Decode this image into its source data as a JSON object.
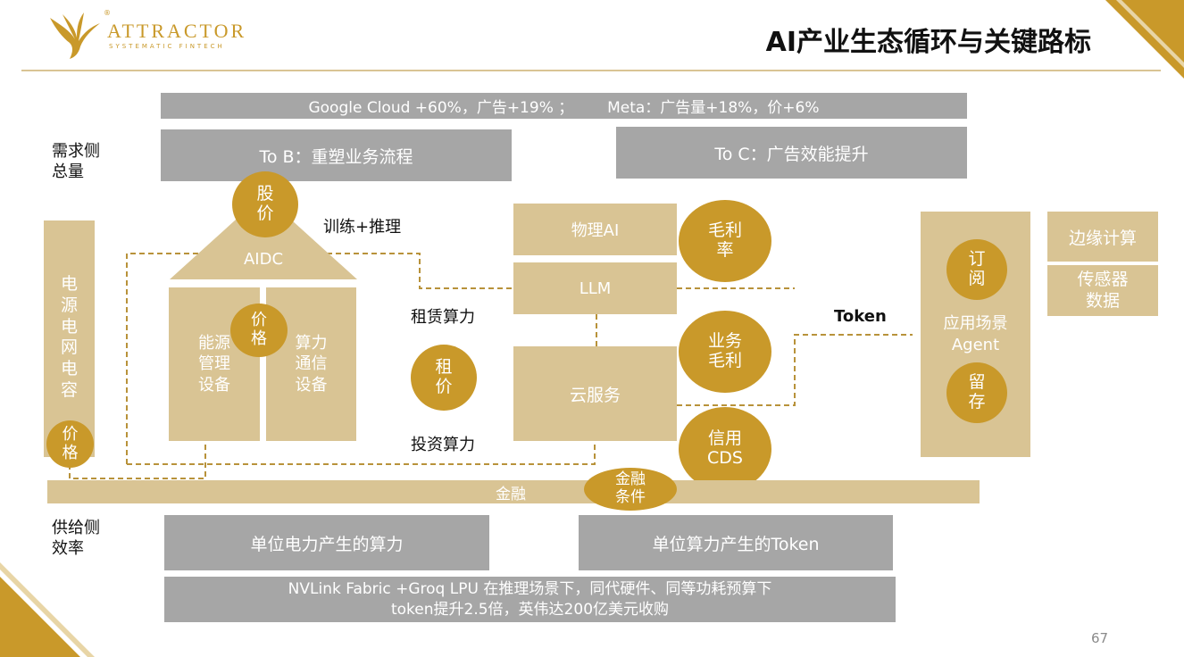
{
  "header": {
    "logo_name": "ATTRACTOR",
    "logo_tagline": "SYSTEMATIC FINTECH",
    "logo_registered": "®",
    "title": "AI产业生态循环与关键路标"
  },
  "demand_side": {
    "label": "需求侧\n总量",
    "growth_bar": "Google Cloud +60%，广告+19% ；       Meta：广告量+18%，价+6%",
    "to_b": "To B：重塑业务流程",
    "to_c": "To C：广告效能提升"
  },
  "left_column": {
    "power_grid": "电\n源\n电\n网\n电\n容",
    "price_circle": "价\n格"
  },
  "aidc": {
    "stock_price_circle": "股\n价",
    "roof_label": "AIDC",
    "energy_box": "能源\n管理\n设备",
    "compute_box": "算力\n通信\n设备",
    "price_circle": "价\n格",
    "train_infer_label": "训练+推理"
  },
  "middle": {
    "rent_compute_label": "租赁算力",
    "rent_price_circle": "租\n价",
    "invest_compute_label": "投资算力",
    "physical_ai": "物理AI",
    "llm": "LLM",
    "cloud_service": "云服务",
    "gross_margin_circle": "毛利\n率",
    "business_margin_circle": "业务\n毛利",
    "credit_cds_circle": "信用\nCDS",
    "token_label": "Token"
  },
  "right": {
    "subscribe_circle": "订\n阅",
    "app_scenario": "应用场景\nAgent",
    "retention_circle": "留\n存",
    "edge_computing": "边缘计算",
    "sensor_data": "传感器\n数据"
  },
  "finance": {
    "bar_label": "金融",
    "conditions_circle": "金融\n条件"
  },
  "supply_side": {
    "label": "供给侧\n效率",
    "power_to_compute": "单位电力产生的算力",
    "compute_to_token": "单位算力产生的Token",
    "nvlink_note": "NVLink Fabric +Groq LPU 在推理场景下，同代硬件、同等功耗预算下\ntoken提升2.5倍，英伟达200亿美元收购"
  },
  "footer": {
    "page_number": "67"
  },
  "colors": {
    "gold": "#c9992a",
    "tan": "#d9c494",
    "gray": "#a6a6a6",
    "dashed_line": "#b8923a"
  }
}
